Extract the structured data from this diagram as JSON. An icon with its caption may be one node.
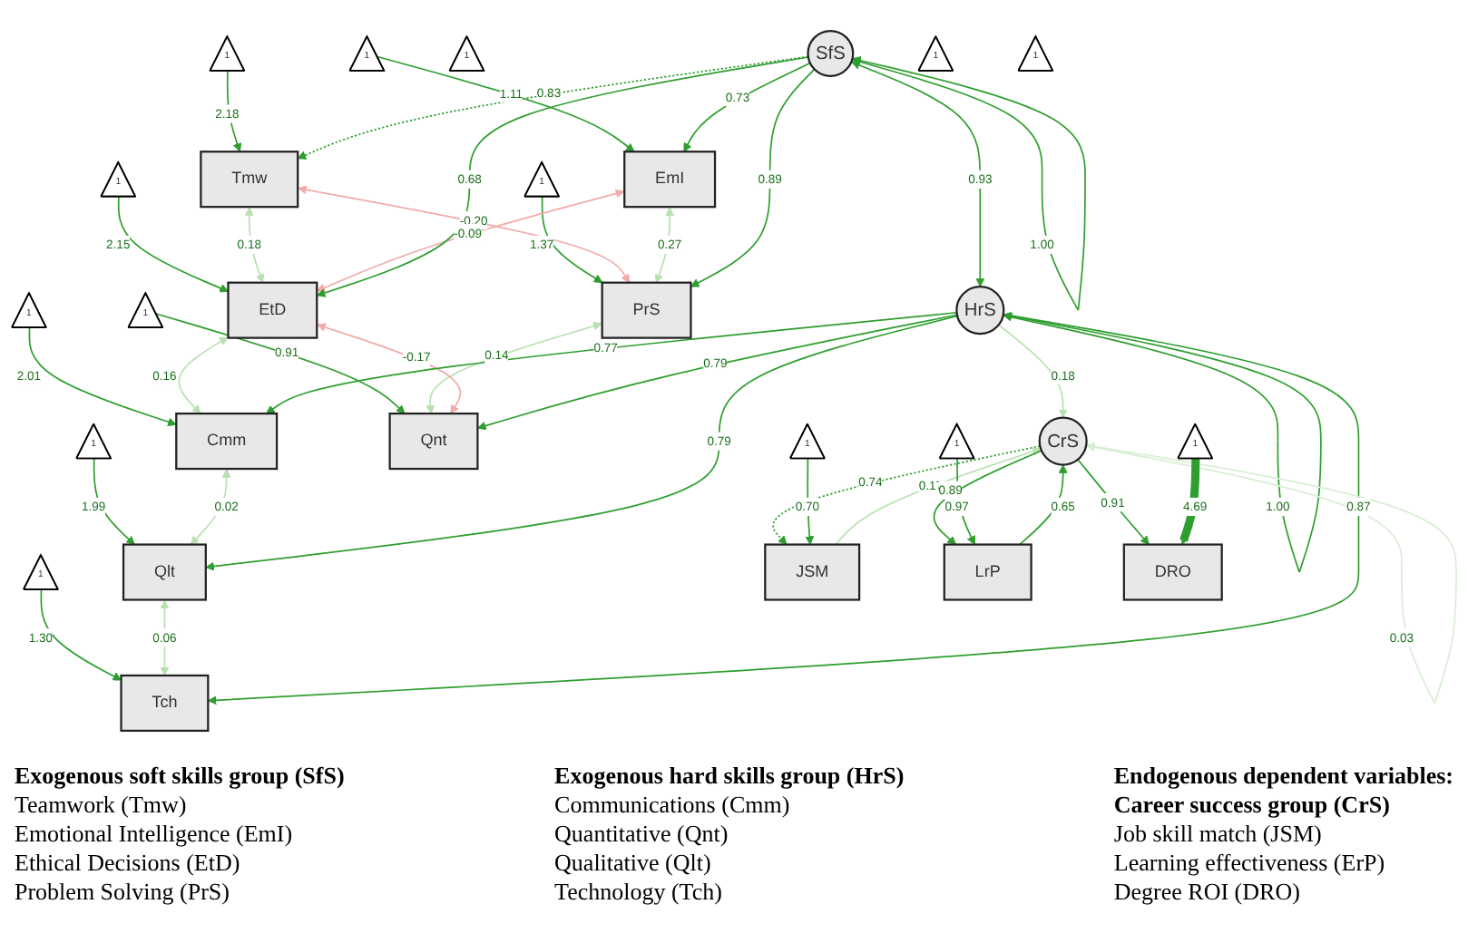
{
  "diagram": {
    "nodes": [
      {
        "text": [
          "1"
        ]
      },
      {
        "text": [
          "1"
        ]
      },
      {
        "text": [
          "1"
        ]
      },
      {
        "text": [
          "1"
        ]
      },
      {
        "text": [
          "1"
        ]
      },
      {
        "text": [
          "1"
        ]
      },
      {
        "text": [
          "1"
        ]
      },
      {
        "text": [
          "1"
        ]
      },
      {
        "text": [
          "Tmw"
        ]
      },
      {
        "text": [
          "EmI"
        ]
      },
      {
        "text": [
          "EtD"
        ]
      },
      {
        "text": [
          "PrS"
        ]
      },
      {
        "text": [
          "Cmm"
        ]
      },
      {
        "text": [
          "Qnt"
        ]
      },
      {
        "text": [
          "Qlt"
        ]
      },
      {
        "text": [
          "Tch"
        ]
      },
      {
        "text": [
          "1"
        ]
      },
      {
        "text": [
          "SfS"
        ]
      },
      {
        "text": [
          "HrS"
        ]
      },
      {
        "text": [
          "1"
        ]
      },
      {
        "text": [
          "CrS"
        ]
      },
      {
        "text": [
          "1"
        ]
      },
      {
        "text": [
          "JSM"
        ]
      },
      {
        "text": [
          "LrP"
        ]
      },
      {
        "text": [
          "DRO"
        ]
      },
      {
        "text": [
          "1"
        ]
      },
      {
        "text": [
          "1"
        ]
      },
      {
        "text": [
          "1"
        ]
      }
    ],
    "edges": [
      {
        "from": 0,
        "to": 8,
        "arrow": "to",
        "label": "2.18"
      },
      {
        "from": 1,
        "to": 9,
        "arrow": "to",
        "label": "1.11"
      },
      {
        "from": 2,
        "to": 10,
        "arrow": "to",
        "label": "2.15"
      },
      {
        "from": 3,
        "to": 11,
        "arrow": "to",
        "label": "1.37"
      },
      {
        "from": 4,
        "to": 12,
        "arrow": "to",
        "label": "2.01"
      },
      {
        "from": 5,
        "to": 13,
        "arrow": "to",
        "label": "0.91"
      },
      {
        "from": 6,
        "to": 14,
        "arrow": "to",
        "label": "1.99"
      },
      {
        "from": 7,
        "to": 15,
        "arrow": "to",
        "label": "1.30"
      },
      {
        "from": 8,
        "to": 11,
        "arrow": "both",
        "label": "-0.20",
        "color": "#f2aaaa"
      },
      {
        "from": 8,
        "to": 10,
        "arrow": "both",
        "label": "0.18",
        "color": "#b8e0b0"
      },
      {
        "from": 9,
        "to": 10,
        "arrow": "both",
        "label": "-0.09",
        "color": "#f2aaaa"
      },
      {
        "from": 9,
        "to": 11,
        "arrow": "both",
        "label": "0.27",
        "color": "#b8e0b0"
      },
      {
        "from": 10,
        "to": 12,
        "arrow": "both",
        "label": "0.16",
        "color": "#b8e0b0"
      },
      {
        "from": 11,
        "to": 13,
        "arrow": "both",
        "label": "0.14",
        "color": "#b8e0b0"
      },
      {
        "from": 10,
        "to": 13,
        "arrow": "both",
        "label": "-0.17",
        "color": "#f2aaaa"
      },
      {
        "from": 12,
        "to": 14,
        "arrow": "both",
        "label": "0.02",
        "color": "#b8e0b0"
      },
      {
        "from": 14,
        "to": 15,
        "arrow": "both",
        "label": "0.06",
        "color": "#b8e0b0"
      },
      {
        "from": 17,
        "to": 8,
        "arrow": "to",
        "label": "0.83",
        "style": "dashed"
      },
      {
        "from": 17,
        "to": 9,
        "arrow": "to",
        "label": "0.73"
      },
      {
        "from": 17,
        "to": 10,
        "arrow": "to",
        "label": "0.68"
      },
      {
        "from": 17,
        "to": 11,
        "arrow": "to",
        "label": "0.89"
      },
      {
        "from": 18,
        "to": 12,
        "arrow": "to",
        "label": "0.77"
      },
      {
        "from": 18,
        "to": 13,
        "arrow": "to",
        "label": "0.79"
      },
      {
        "from": 18,
        "to": 14,
        "arrow": "to",
        "label": "0.79"
      },
      {
        "from": 18,
        "to": 15,
        "arrow": "to",
        "label": "0.87"
      },
      {
        "from": 17,
        "to": 18,
        "arrow": "both",
        "label": "0.93"
      },
      {
        "from": 17,
        "to": 17,
        "arrow": "both",
        "label": "1.00"
      },
      {
        "from": 18,
        "to": 18,
        "arrow": "both",
        "label": "1.00"
      },
      {
        "from": 18,
        "to": 20,
        "arrow": "to",
        "label": "0.18",
        "color": "#b8e0b0"
      },
      {
        "from": 20,
        "to": 20,
        "arrow": "both",
        "label": "0.03",
        "color": "#d8eed4"
      },
      {
        "from": 20,
        "to": 22,
        "arrow": "to",
        "label": "0.74",
        "style": "dashed"
      },
      {
        "from": 22,
        "to": 20,
        "arrow": "to",
        "label": "0.17",
        "color": "#b8e0b0"
      },
      {
        "from": 20,
        "to": 23,
        "arrow": "to",
        "label": "0.89"
      },
      {
        "from": 23,
        "to": 20,
        "arrow": "to",
        "label": "0.65"
      },
      {
        "from": 20,
        "to": 24,
        "arrow": "to",
        "label": "0.91"
      },
      {
        "from": 25,
        "to": 22,
        "arrow": "to",
        "label": "0.70"
      },
      {
        "from": 26,
        "to": 23,
        "arrow": "to",
        "label": "0.97"
      },
      {
        "from": 27,
        "to": 24,
        "arrow": "to",
        "label": "4.69",
        "style": "thick"
      }
    ],
    "labels": [
      "Exogenous soft skills group (SfS)",
      "Teamwork (Tmw)",
      "Emotional Intelligence (EmI)",
      "Ethical Decisions (EtD)",
      "Problem Solving (PrS)",
      "Exogenous hard skills group (HrS)",
      "Communications (Cmm)",
      "Quantitative (Qnt)",
      "Qualitative (Qlt)",
      "Technology (Tch)",
      "Endogenous dependent variables:",
      "Career success group (CrS)",
      "Job skill match (JSM)",
      "Learning effectiveness (ErP)",
      "Degree ROI (DRO)"
    ]
  }
}
